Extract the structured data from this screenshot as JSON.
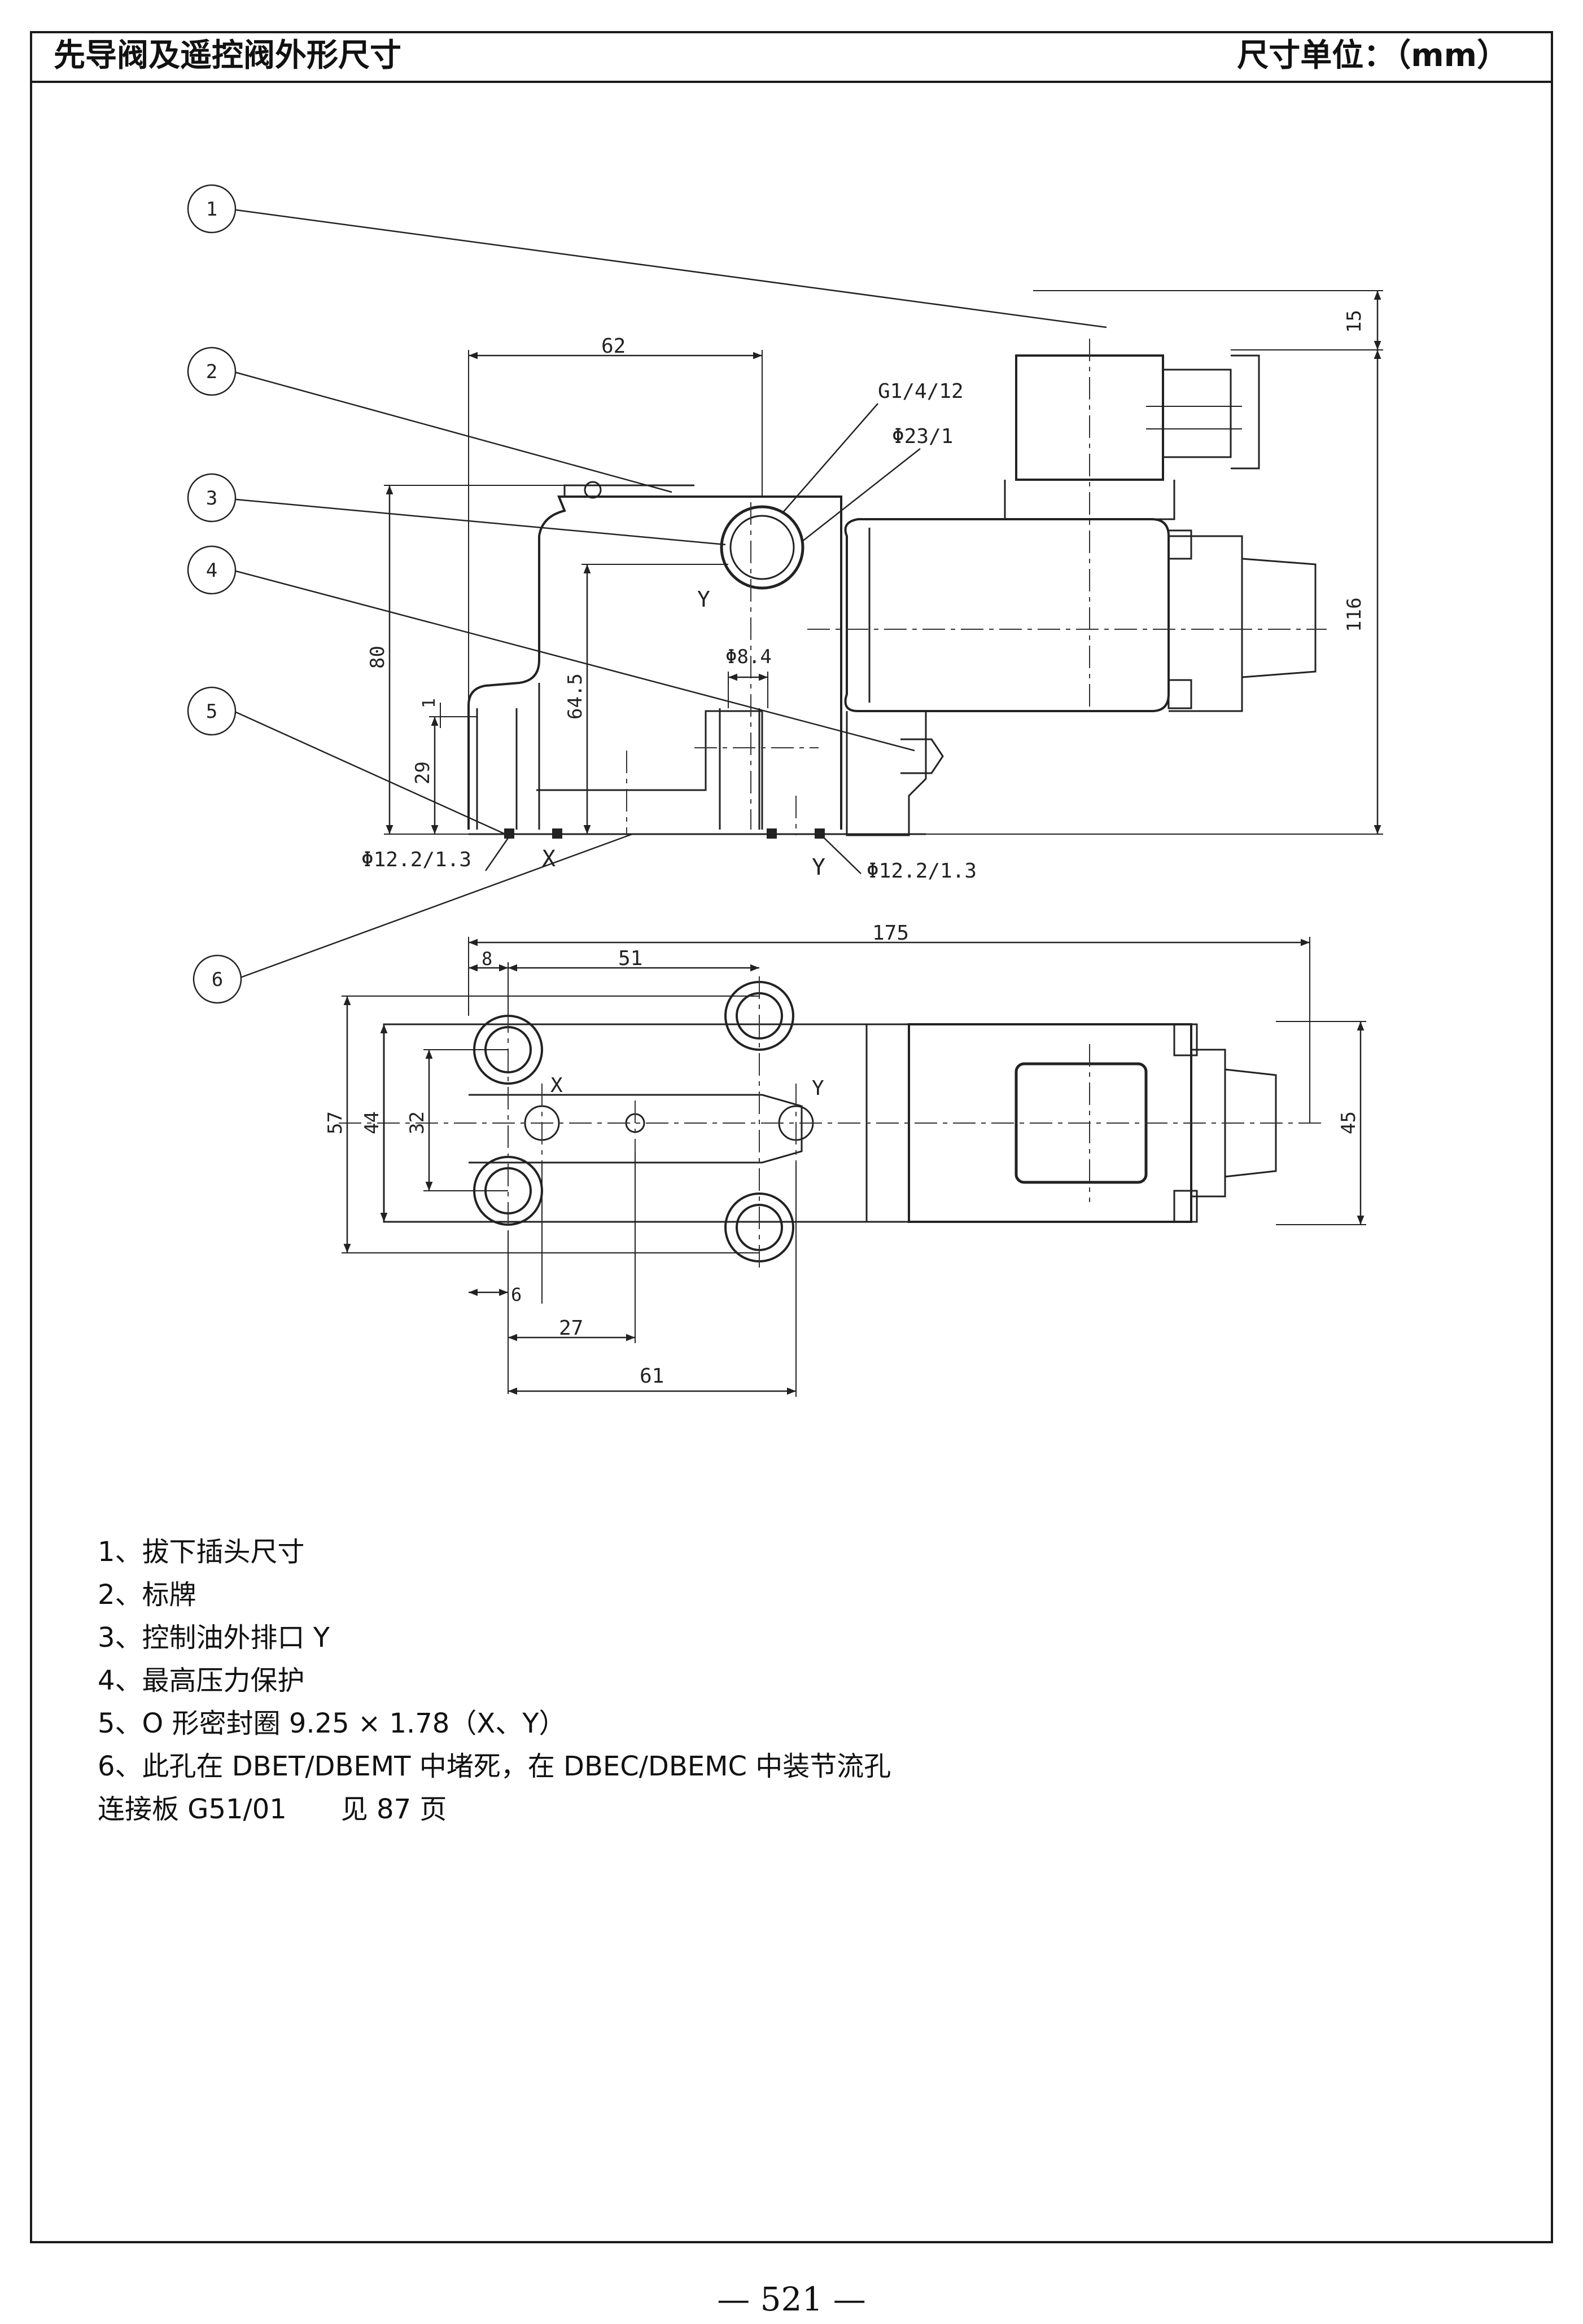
{
  "header": {
    "title": "先导阀及遥控阀外形尺寸",
    "unit": "尺寸单位：（mm）"
  },
  "drawing": {
    "balloons": [
      "1",
      "2",
      "3",
      "4",
      "5",
      "6"
    ],
    "side_view": {
      "dims": [
        "62",
        "15",
        "116",
        "80",
        "64.5",
        "29",
        "1",
        "Φ8.4"
      ],
      "callouts": [
        "G1/4/12",
        "Φ23/1",
        "Φ12.2/1.3",
        "Φ12.2/1.3"
      ],
      "ports": [
        "X",
        "Y",
        "Y"
      ]
    },
    "top_view": {
      "dims": [
        "175",
        "8",
        "51",
        "57",
        "44",
        "32",
        "45",
        "6",
        "27",
        "61"
      ],
      "ports": [
        "X",
        "Y"
      ]
    }
  },
  "notes": [
    "1、拔下插头尺寸",
    "2、标牌",
    "3、控制油外排口 Y",
    "4、最高压力保护",
    "5、O 形密封圈 9.25 × 1.78（X、Y）",
    "6、此孔在 DBET/DBEMT 中堵死，在 DBEC/DBEMC 中装节流孔",
    "连接板 G51/01　　见 87 页"
  ],
  "page_number": "— 521 —"
}
